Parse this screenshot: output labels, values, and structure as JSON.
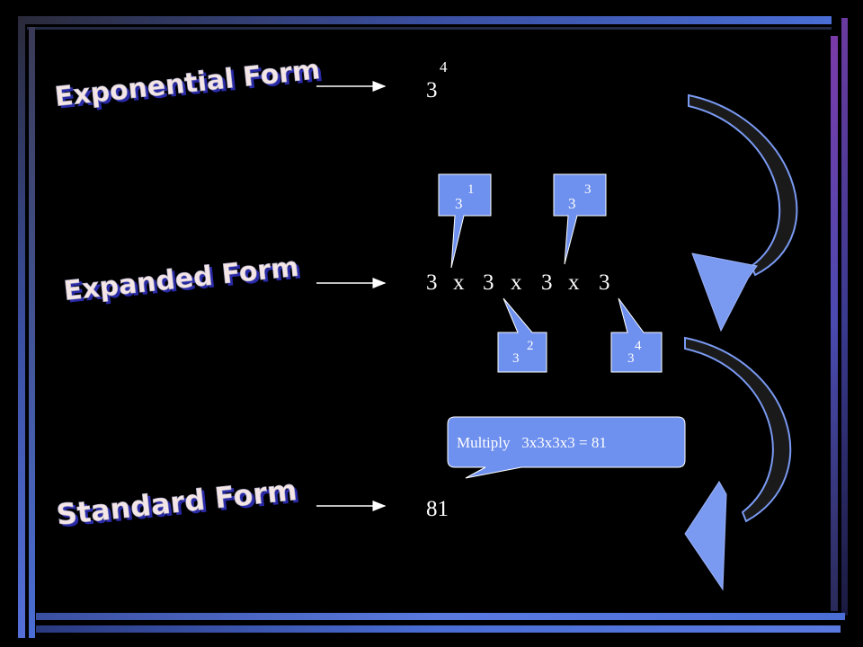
{
  "labels": {
    "exponential": "Exponential Form",
    "expanded": "Expanded Form",
    "standard": "Standard Form"
  },
  "exponential": {
    "base": "3",
    "exponent": "4"
  },
  "expanded": {
    "factors": [
      "3",
      "x",
      "3",
      "x",
      "3",
      "x",
      "3"
    ]
  },
  "callouts": [
    {
      "base": "3",
      "exponent": "1"
    },
    {
      "base": "3",
      "exponent": "3"
    },
    {
      "base": "3",
      "exponent": "2"
    },
    {
      "base": "3",
      "exponent": "4"
    }
  ],
  "standard": {
    "value": "81"
  },
  "note": {
    "text": "Multiply   3x3x3x3 = 81"
  },
  "colors": {
    "background": "#000000",
    "wordart_fill": "#f4e6e6",
    "wordart_shadow": "#2a2aa8",
    "callout_fill": "#6e90ee",
    "arrow_fill": "#7a9af2",
    "frame_blue": "#4a6ed6",
    "frame_purple": "#7a3aa8"
  },
  "icons": [
    "right-arrow-icon",
    "curved-arrow-down-icon"
  ]
}
